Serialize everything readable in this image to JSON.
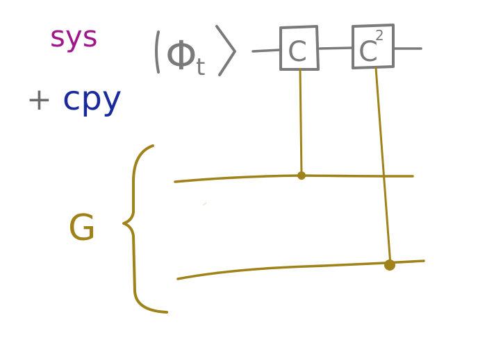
{
  "labels": {
    "sys": "sys",
    "plus": "+",
    "cpy": "cpy",
    "state_phi": "Φ",
    "state_t": "t",
    "gate1": "C",
    "gate2_base": "C",
    "gate2_exp": "2",
    "register": "G"
  },
  "colors": {
    "sys": "#a0168c",
    "plus": "#6b6b6b",
    "cpy": "#1a2a9c",
    "wire_gray": "#7a7a7a",
    "gold": "#a0821a",
    "register": "#a0821a"
  }
}
